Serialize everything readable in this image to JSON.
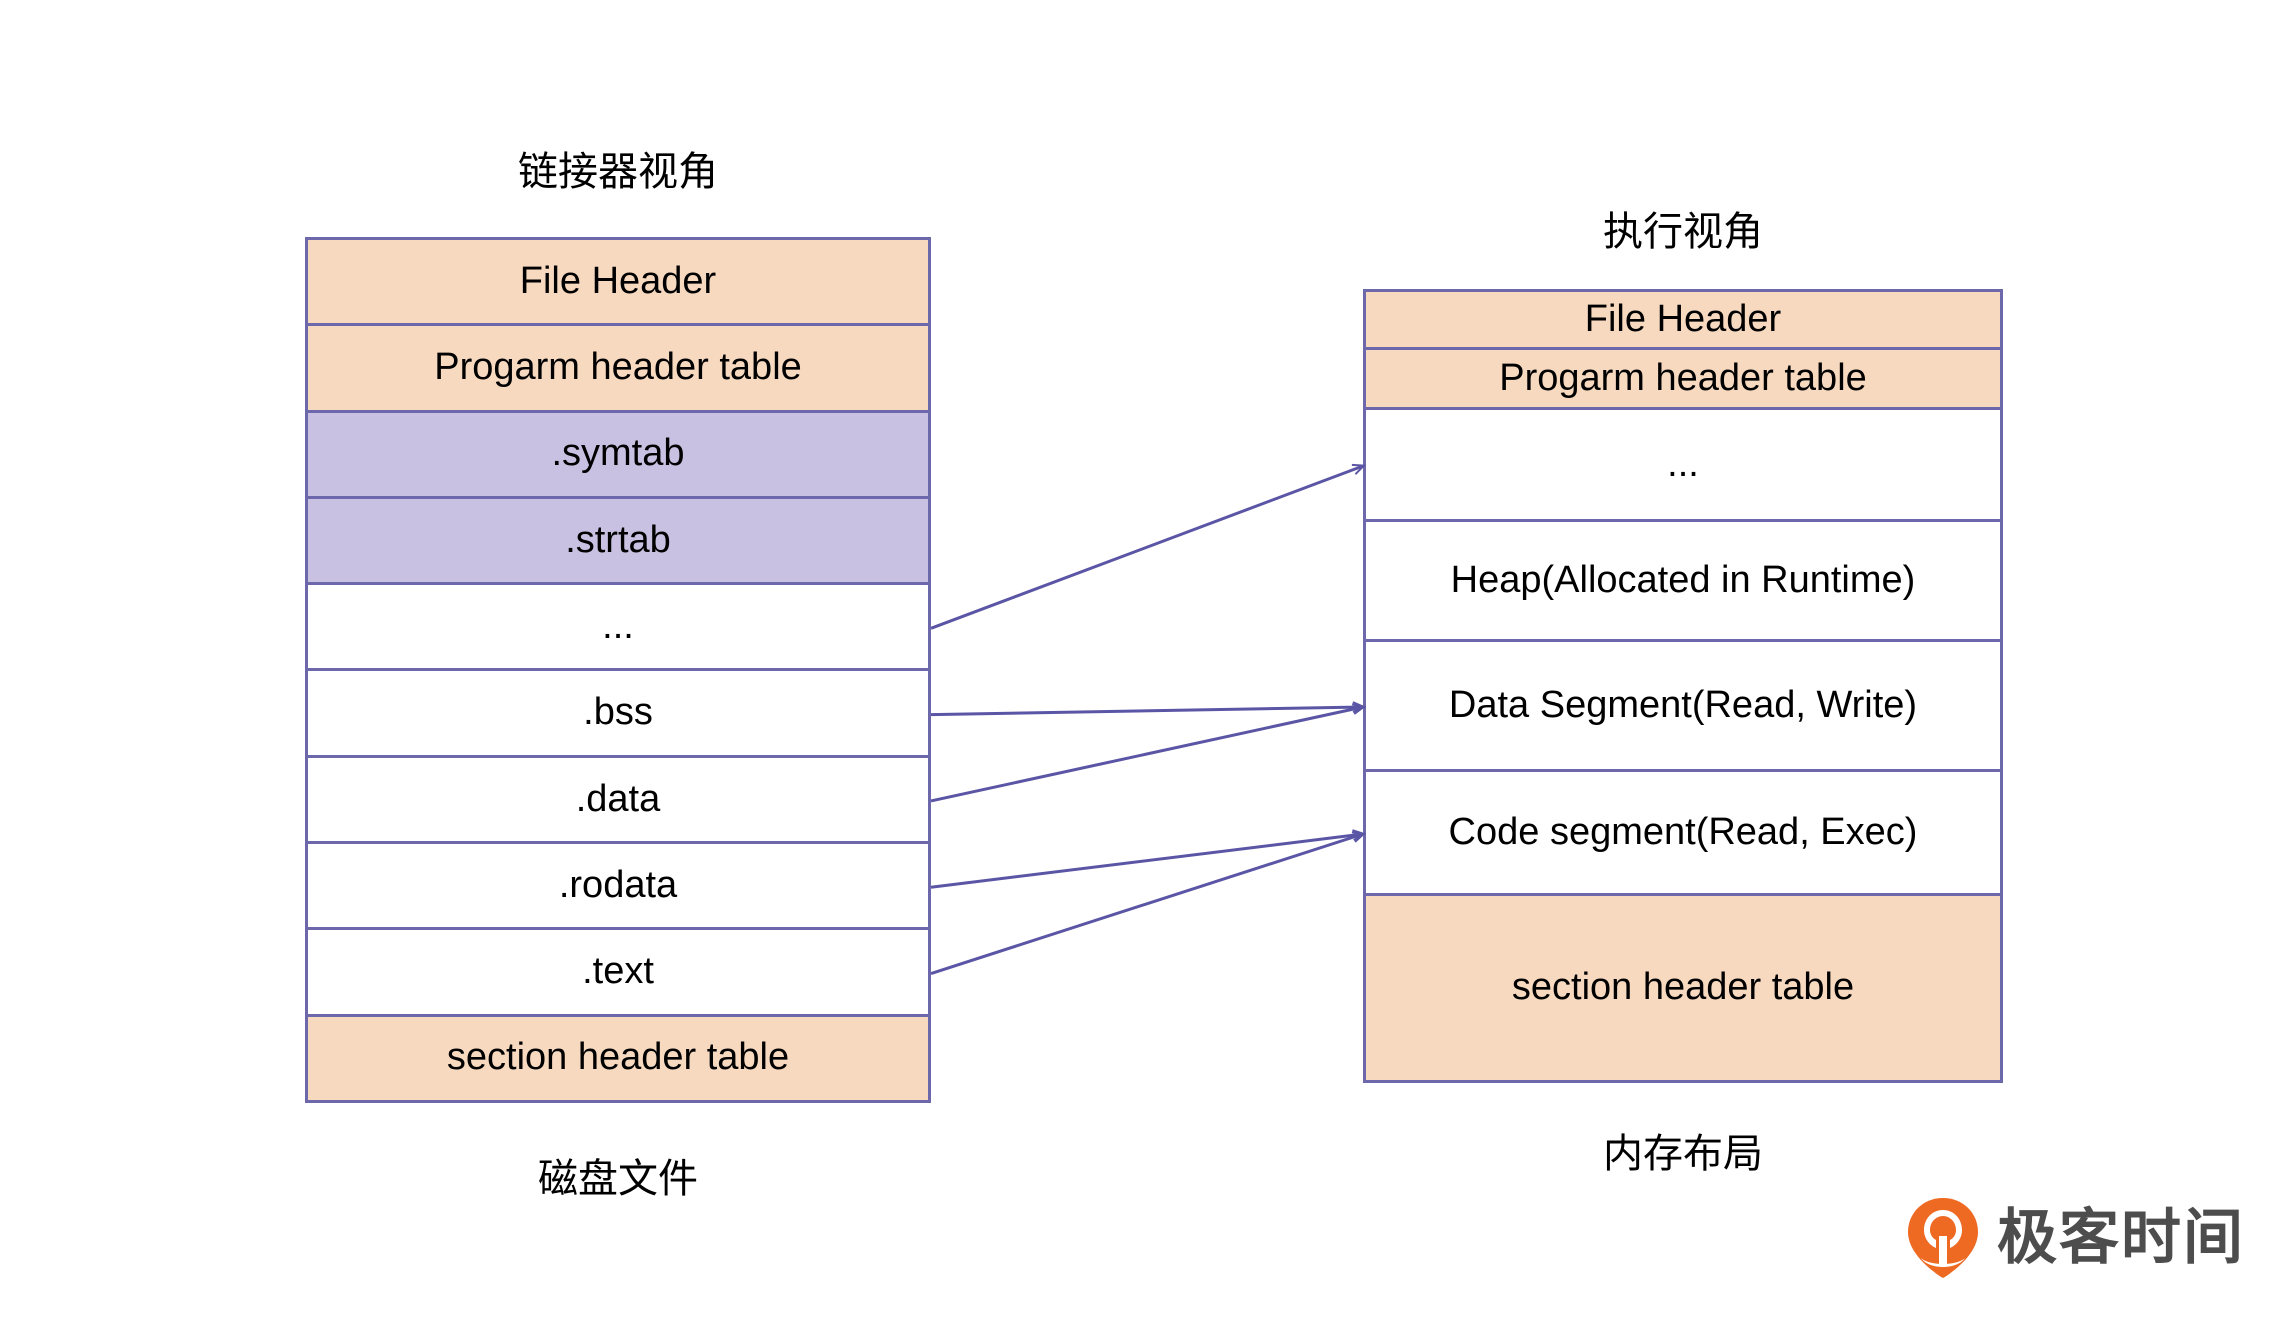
{
  "page": {
    "background_color": "#ffffff",
    "border_color": "#6d68ab",
    "fill_orange": "#f7d9c0",
    "fill_purple": "#c8c1e1",
    "arrow_color": "#5b55a5"
  },
  "linker_view": {
    "title": "链接器视角",
    "caption": "磁盘文件",
    "rows": [
      {
        "label": "File Header",
        "fill": "orange"
      },
      {
        "label": "Progarm header table",
        "fill": "orange"
      },
      {
        "label": ".symtab",
        "fill": "purple"
      },
      {
        "label": ".strtab",
        "fill": "purple"
      },
      {
        "label": "...",
        "fill": "white"
      },
      {
        "label": ".bss",
        "fill": "white"
      },
      {
        "label": ".data",
        "fill": "white"
      },
      {
        "label": ".rodata",
        "fill": "white"
      },
      {
        "label": ".text",
        "fill": "white"
      },
      {
        "label": "section header table",
        "fill": "orange"
      }
    ]
  },
  "exec_view": {
    "title": "执行视角",
    "caption": "内存布局",
    "rows": [
      {
        "label": "File Header",
        "fill": "orange"
      },
      {
        "label": "Progarm header table",
        "fill": "orange"
      },
      {
        "label": "...",
        "fill": "white"
      },
      {
        "label": "Heap(Allocated in Runtime)",
        "fill": "white"
      },
      {
        "label": "Data Segment(Read, Write)",
        "fill": "white"
      },
      {
        "label": "Code segment(Read, Exec)",
        "fill": "white"
      },
      {
        "label": "section header table",
        "fill": "orange"
      }
    ]
  },
  "mappings": [
    {
      "from": "...",
      "to": "..."
    },
    {
      "from": ".bss",
      "to": "Data Segment(Read, Write)"
    },
    {
      "from": ".data",
      "to": "Data Segment(Read, Write)"
    },
    {
      "from": ".rodata",
      "to": "Code segment(Read, Exec)"
    },
    {
      "from": ".text",
      "to": "Code segment(Read, Exec)"
    }
  ],
  "brand": {
    "name": "极客时间",
    "mark_color": "#ee6a23",
    "wordmark_color": "#4d4d4d"
  }
}
